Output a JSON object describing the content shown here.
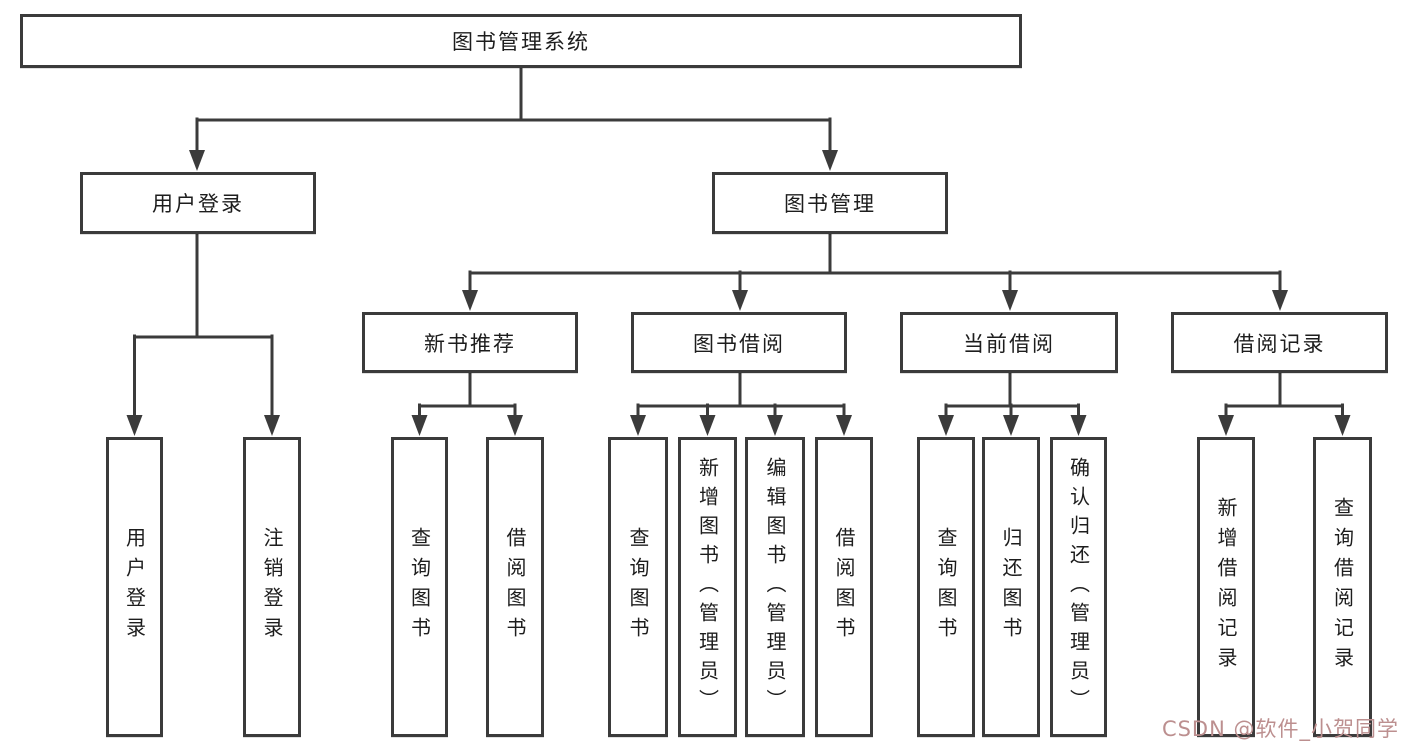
{
  "tree": {
    "root": {
      "label": "图书管理系统"
    },
    "branches": [
      {
        "label": "用户登录",
        "children": [
          {
            "label": "用户登录"
          },
          {
            "label": "注销登录"
          }
        ]
      },
      {
        "label": "图书管理",
        "children": [
          {
            "label": "新书推荐",
            "children": [
              {
                "label": "查询图书"
              },
              {
                "label": "借阅图书"
              }
            ]
          },
          {
            "label": "图书借阅",
            "children": [
              {
                "label": "查询图书"
              },
              {
                "label": "新增图书（管理员）"
              },
              {
                "label": "编辑图书（管理员）"
              },
              {
                "label": "借阅图书"
              }
            ]
          },
          {
            "label": "当前借阅",
            "children": [
              {
                "label": "查询图书"
              },
              {
                "label": "归还图书"
              },
              {
                "label": "确认归还（管理员）"
              }
            ]
          },
          {
            "label": "借阅记录",
            "children": [
              {
                "label": "新增借阅记录"
              },
              {
                "label": "查询借阅记录"
              }
            ]
          }
        ]
      }
    ]
  },
  "watermark": {
    "text": "CSDN @软件_小贺同学"
  },
  "colors": {
    "line": "#3b3b3b",
    "box_border": "#3b3b3b",
    "text": "#1d1d1d",
    "watermark": "#bc8f8f",
    "background": "#ffffff"
  }
}
